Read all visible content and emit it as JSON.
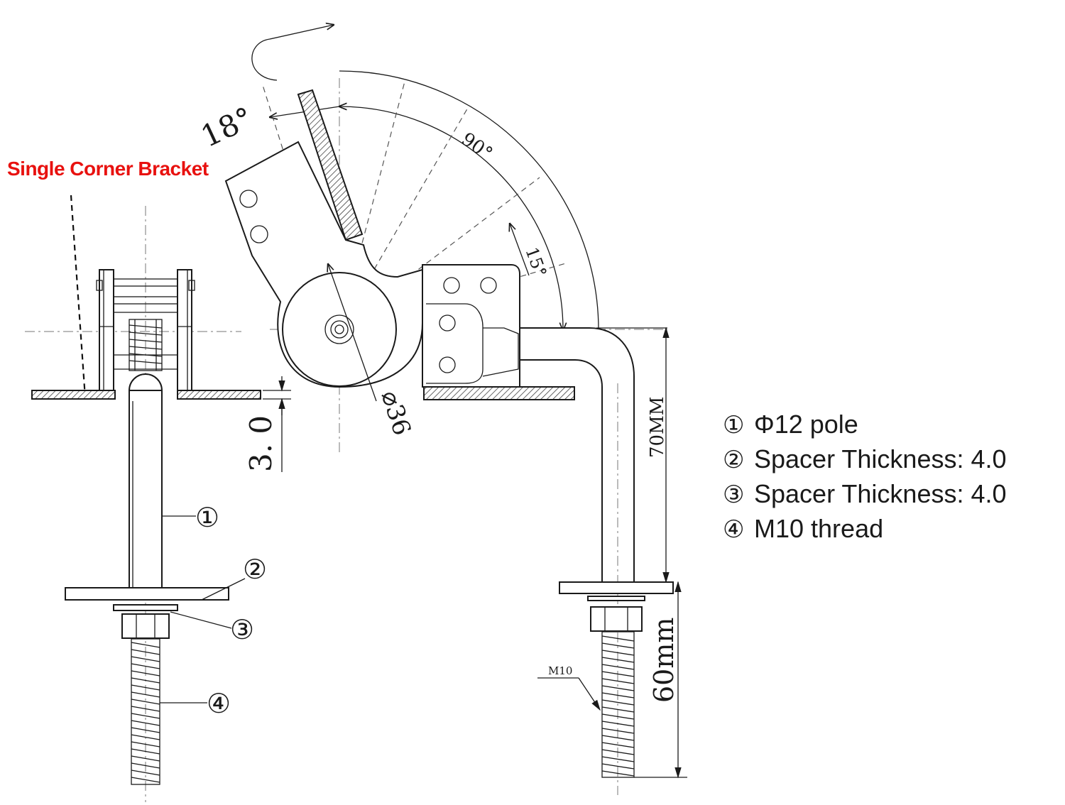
{
  "callout": {
    "label": "Single Corner Bracket",
    "color": "#e8110f"
  },
  "angles": {
    "a18": "18°",
    "a90": "90°",
    "a15": "15°"
  },
  "dims": {
    "diameter": "⌀36",
    "thickness": "3. 0",
    "height70": "70MM",
    "height60": "60mm",
    "thread": "M10"
  },
  "markers": [
    "①",
    "②",
    "③",
    "④"
  ],
  "legend": [
    {
      "num": "①",
      "text": "Φ12 pole"
    },
    {
      "num": "②",
      "text": "Spacer Thickness: 4.0"
    },
    {
      "num": "③",
      "text": "Spacer Thickness: 4.0"
    },
    {
      "num": "④",
      "text": "M10 thread"
    }
  ]
}
